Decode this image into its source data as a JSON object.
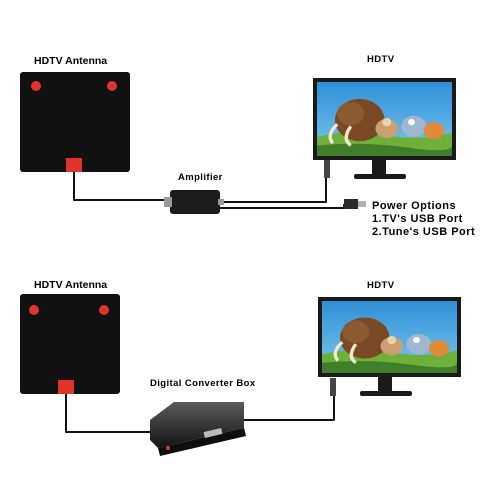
{
  "top_setup": {
    "antenna_label": "HDTV Antenna",
    "tv_label": "HDTV",
    "amplifier_label": "Amplifier",
    "power_options": {
      "title": "Power Options",
      "option_1": "1.TV's USB Port",
      "option_2": "2.Tune's USB Port"
    }
  },
  "bottom_setup": {
    "antenna_label": "HDTV Antenna",
    "tv_label": "HDTV",
    "converter_label": "Digital  Converter Box"
  },
  "colors": {
    "antenna_body": "#111111",
    "antenna_accent": "#e0332a",
    "cable": "#111111",
    "screen_sky": "#3aa7e0",
    "monitor_frame": "#1a1a1a"
  }
}
